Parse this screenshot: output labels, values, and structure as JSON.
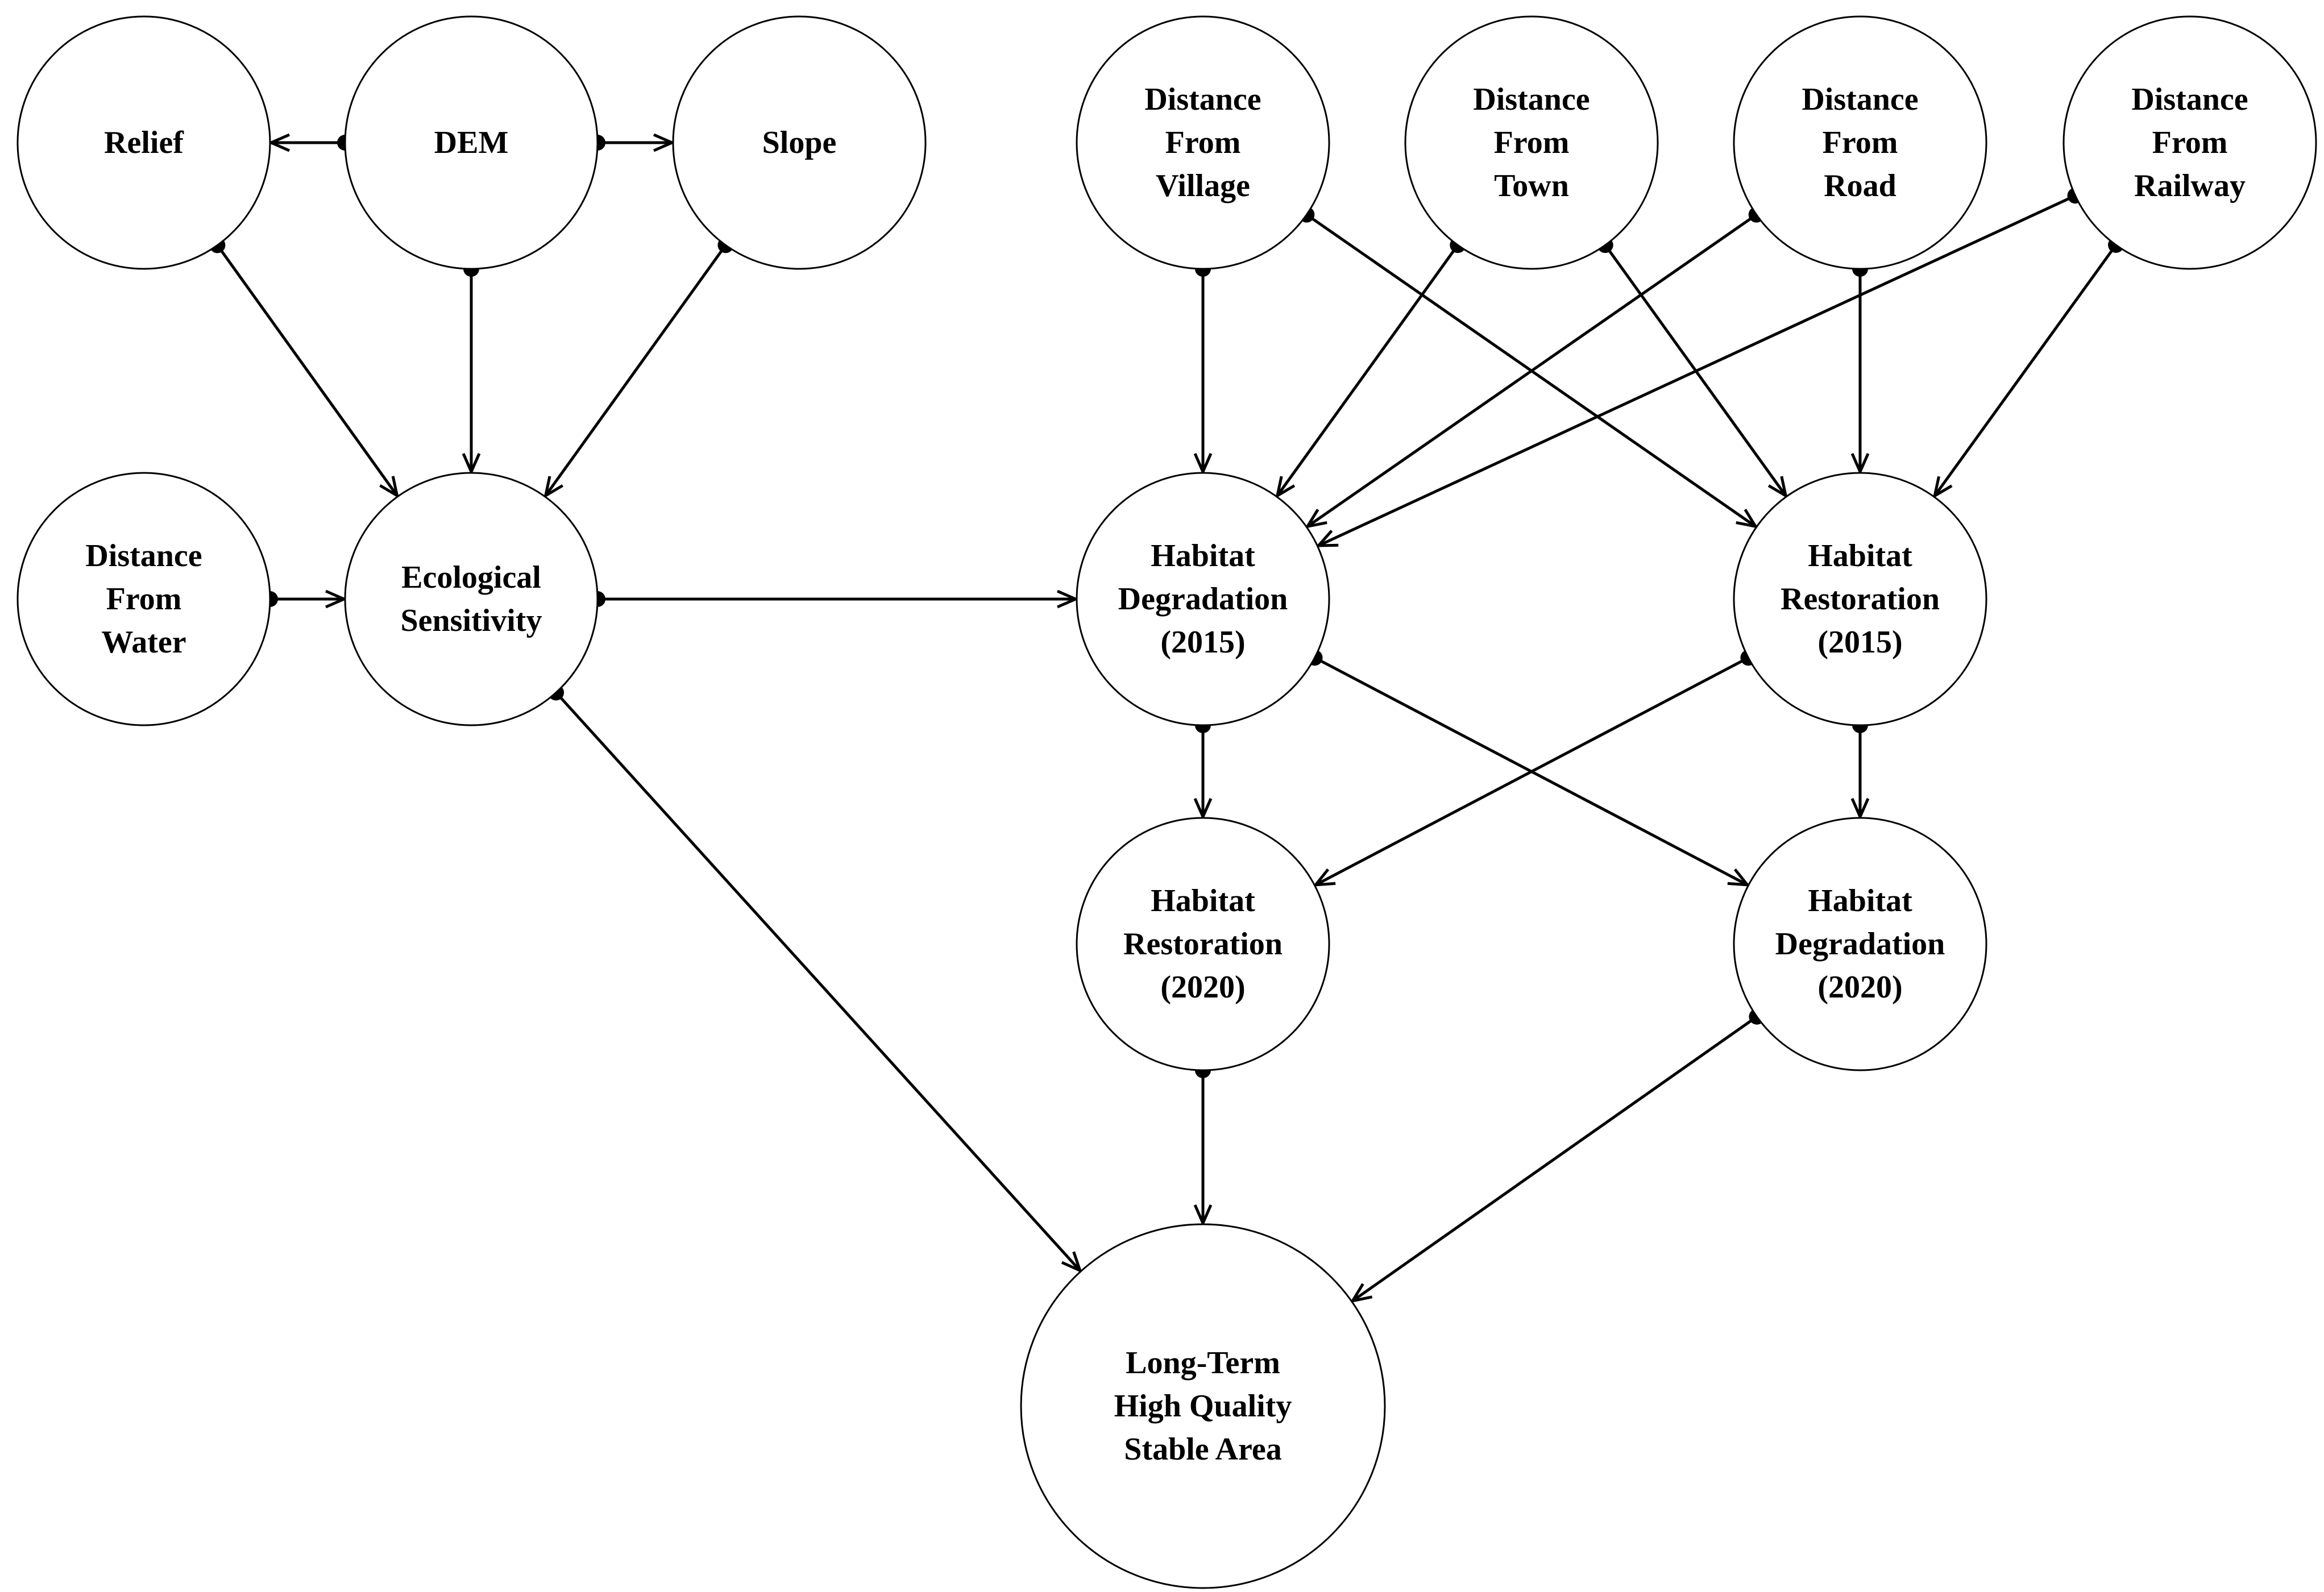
{
  "nodes": [
    {
      "id": "relief",
      "lines": [
        "Relief"
      ]
    },
    {
      "id": "dem",
      "lines": [
        "DEM"
      ]
    },
    {
      "id": "slope",
      "lines": [
        "Slope"
      ]
    },
    {
      "id": "dist_village",
      "lines": [
        "Distance",
        "From",
        "Village"
      ]
    },
    {
      "id": "dist_town",
      "lines": [
        "Distance",
        "From",
        "Town"
      ]
    },
    {
      "id": "dist_road",
      "lines": [
        "Distance",
        "From",
        "Road"
      ]
    },
    {
      "id": "dist_railway",
      "lines": [
        "Distance",
        "From",
        "Railway"
      ]
    },
    {
      "id": "dist_water",
      "lines": [
        "Distance",
        "From",
        "Water"
      ]
    },
    {
      "id": "eco_sens",
      "lines": [
        "Ecological",
        "Sensitivity"
      ]
    },
    {
      "id": "hab_deg_2015",
      "lines": [
        "Habitat",
        "Degradation",
        "(2015)"
      ]
    },
    {
      "id": "hab_res_2015",
      "lines": [
        "Habitat",
        "Restoration",
        "(2015)"
      ]
    },
    {
      "id": "hab_res_2020",
      "lines": [
        "Habitat",
        "Restoration",
        "(2020)"
      ]
    },
    {
      "id": "hab_deg_2020",
      "lines": [
        "Habitat",
        "Degradation",
        "(2020)"
      ]
    },
    {
      "id": "long_term",
      "lines": [
        "Long-Term",
        "High Quality",
        "Stable Area"
      ]
    }
  ],
  "edges": [
    {
      "from": "dem",
      "to": "relief"
    },
    {
      "from": "dem",
      "to": "slope"
    },
    {
      "from": "relief",
      "to": "eco_sens"
    },
    {
      "from": "dem",
      "to": "eco_sens"
    },
    {
      "from": "slope",
      "to": "eco_sens"
    },
    {
      "from": "dist_water",
      "to": "eco_sens"
    },
    {
      "from": "eco_sens",
      "to": "hab_deg_2015"
    },
    {
      "from": "eco_sens",
      "to": "long_term"
    },
    {
      "from": "dist_village",
      "to": "hab_deg_2015"
    },
    {
      "from": "dist_village",
      "to": "hab_res_2015"
    },
    {
      "from": "dist_town",
      "to": "hab_deg_2015"
    },
    {
      "from": "dist_town",
      "to": "hab_res_2015"
    },
    {
      "from": "dist_road",
      "to": "hab_deg_2015"
    },
    {
      "from": "dist_road",
      "to": "hab_res_2015"
    },
    {
      "from": "dist_railway",
      "to": "hab_deg_2015"
    },
    {
      "from": "dist_railway",
      "to": "hab_res_2015"
    },
    {
      "from": "hab_deg_2015",
      "to": "hab_res_2020"
    },
    {
      "from": "hab_deg_2015",
      "to": "hab_deg_2020"
    },
    {
      "from": "hab_res_2015",
      "to": "hab_res_2020"
    },
    {
      "from": "hab_res_2015",
      "to": "hab_deg_2020"
    },
    {
      "from": "hab_res_2020",
      "to": "long_term"
    },
    {
      "from": "hab_deg_2020",
      "to": "long_term"
    }
  ]
}
